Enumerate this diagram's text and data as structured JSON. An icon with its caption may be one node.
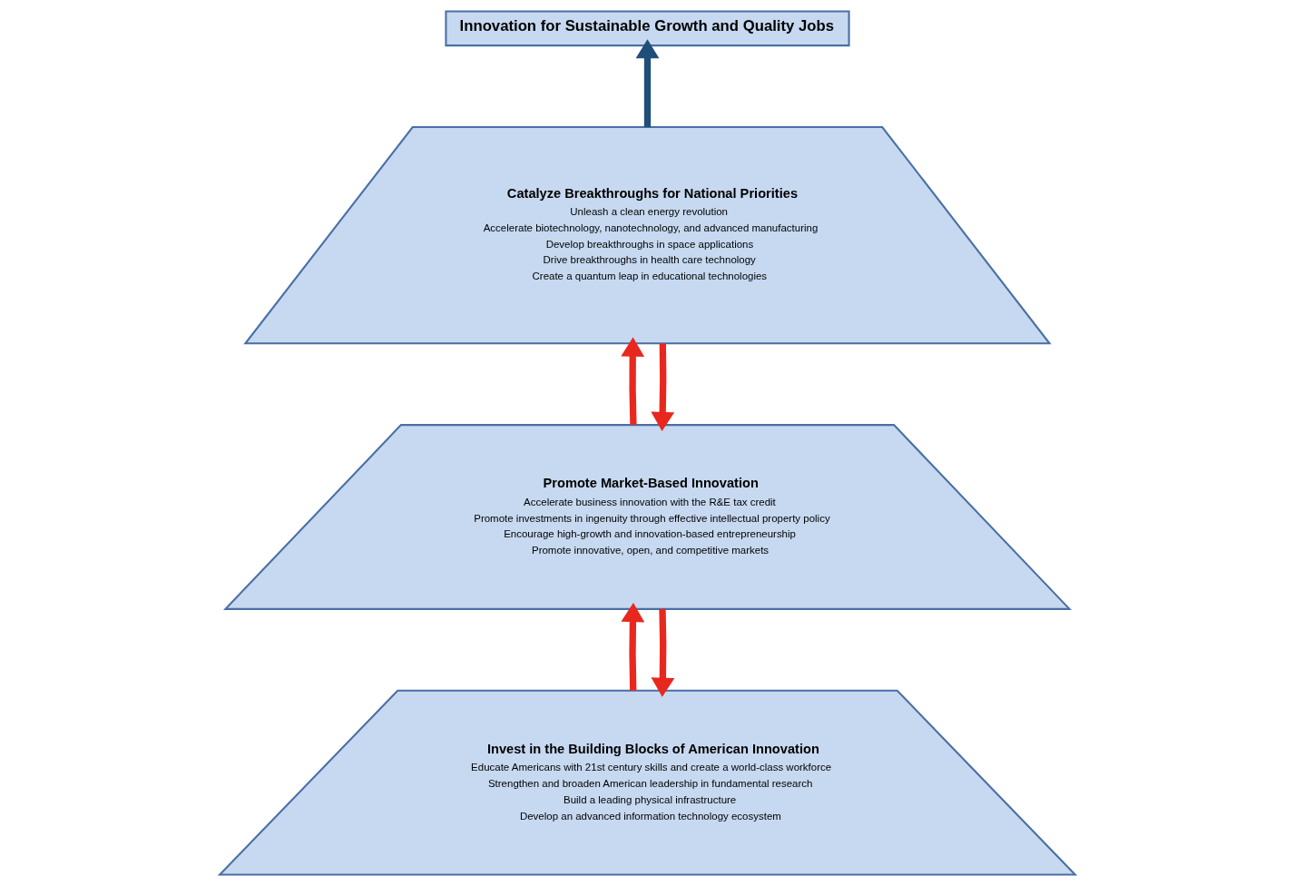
{
  "diagram": {
    "nodes": [
      {
        "text": [
          "Innovation for Sustainable Growth and Quality Jobs"
        ]
      },
      {
        "text": [
          "Catalyze Breakthroughs for National Priorities",
          "Unleash a clean energy revolution",
          "Accelerate biotechnology, nanotechnology, and advanced manufacturing",
          "Develop breakthroughs in space applications",
          "Drive breakthroughs in health care technology",
          "Create a quantum leap in educational technologies"
        ]
      },
      {
        "text": [
          "Promote Market-Based Innovation",
          "Accelerate business innovation with the R&E tax credit",
          "Promote investments in ingenuity through effective intellectual property policy",
          "Encourage high-growth and innovation-based entrepreneurship",
          "Promote innovative, open, and competitive markets"
        ]
      },
      {
        "text": [
          "Invest in the Building Blocks of American Innovation",
          "Educate Americans with 21st century skills and create a world-class workforce",
          "Strengthen and broaden American leadership in fundamental research",
          "Build a leading physical infrastructure",
          "Develop an advanced information technology ecosystem"
        ]
      }
    ],
    "edges": [
      {
        "from": 1,
        "to": 0,
        "arrow": "to",
        "color": "#1f4e79"
      },
      {
        "from": 3,
        "to": 2,
        "arrow": "to"
      },
      {
        "from": 2,
        "to": 1,
        "arrow": "to"
      },
      {
        "from": 1,
        "to": 2,
        "arrow": "to"
      },
      {
        "from": 2,
        "to": 3,
        "arrow": "to"
      }
    ]
  }
}
